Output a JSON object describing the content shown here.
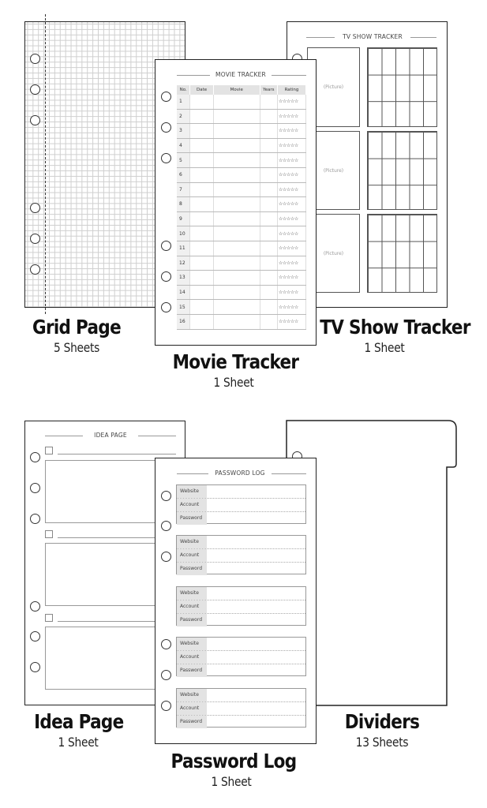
{
  "products": {
    "grid": {
      "title": "Grid Page",
      "count": "5 Sheets"
    },
    "movie": {
      "title": "Movie Tracker",
      "count": "1 Sheet",
      "header": "MOVIE TRACKER",
      "columns": [
        "No.",
        "Date",
        "Movie",
        "Years",
        "Rating"
      ],
      "rows": [
        "1",
        "2",
        "3",
        "4",
        "5",
        "6",
        "7",
        "8",
        "9",
        "10",
        "11",
        "12",
        "13",
        "14",
        "15",
        "16"
      ],
      "rating": "☆☆☆☆☆"
    },
    "tv": {
      "title": "TV Show Tracker",
      "count": "1 Sheet",
      "header": "TV SHOW TRACKER",
      "picture_label": "(Picture)"
    },
    "idea": {
      "title": "Idea Page",
      "count": "1 Sheet",
      "header": "IDEA PAGE"
    },
    "password": {
      "title": "Password Log",
      "count": "1 Sheet",
      "header": "PASSWORD LOG",
      "fields": [
        "Website",
        "Account",
        "Password"
      ]
    },
    "dividers": {
      "title": "Dividers",
      "count": "13 Sheets"
    }
  }
}
